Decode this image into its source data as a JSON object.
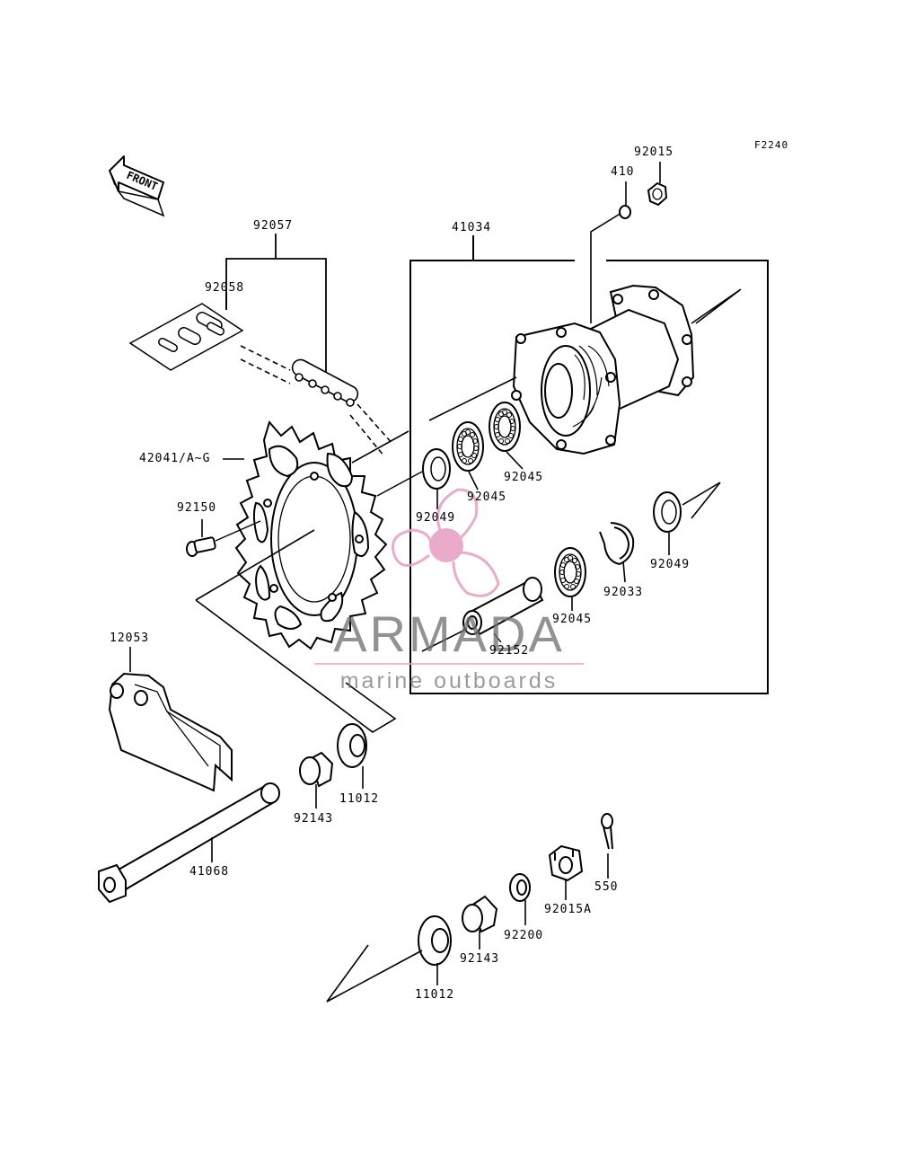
{
  "figure_code": "F2240",
  "front_label": "FRONT",
  "watermark": {
    "title": "ARMADA",
    "subtitle": "marine outboards",
    "accent_color": "#e7a3c4"
  },
  "parts": {
    "p92015": "92015",
    "p410": "410",
    "p41034": "41034",
    "p92057": "92057",
    "p92058": "92058",
    "p42041": "42041/A~G",
    "p92150": "92150",
    "p92049_a": "92049",
    "p92045_a": "92045",
    "p92045_b": "92045",
    "p92049_b": "92049",
    "p92033": "92033",
    "p92045_c": "92045",
    "p92152": "92152",
    "p12053": "12053",
    "p11012_a": "11012",
    "p92143_a": "92143",
    "p41068": "41068",
    "p550": "550",
    "p92015A": "92015A",
    "p92200": "92200",
    "p92143_b": "92143",
    "p11012_b": "11012"
  }
}
